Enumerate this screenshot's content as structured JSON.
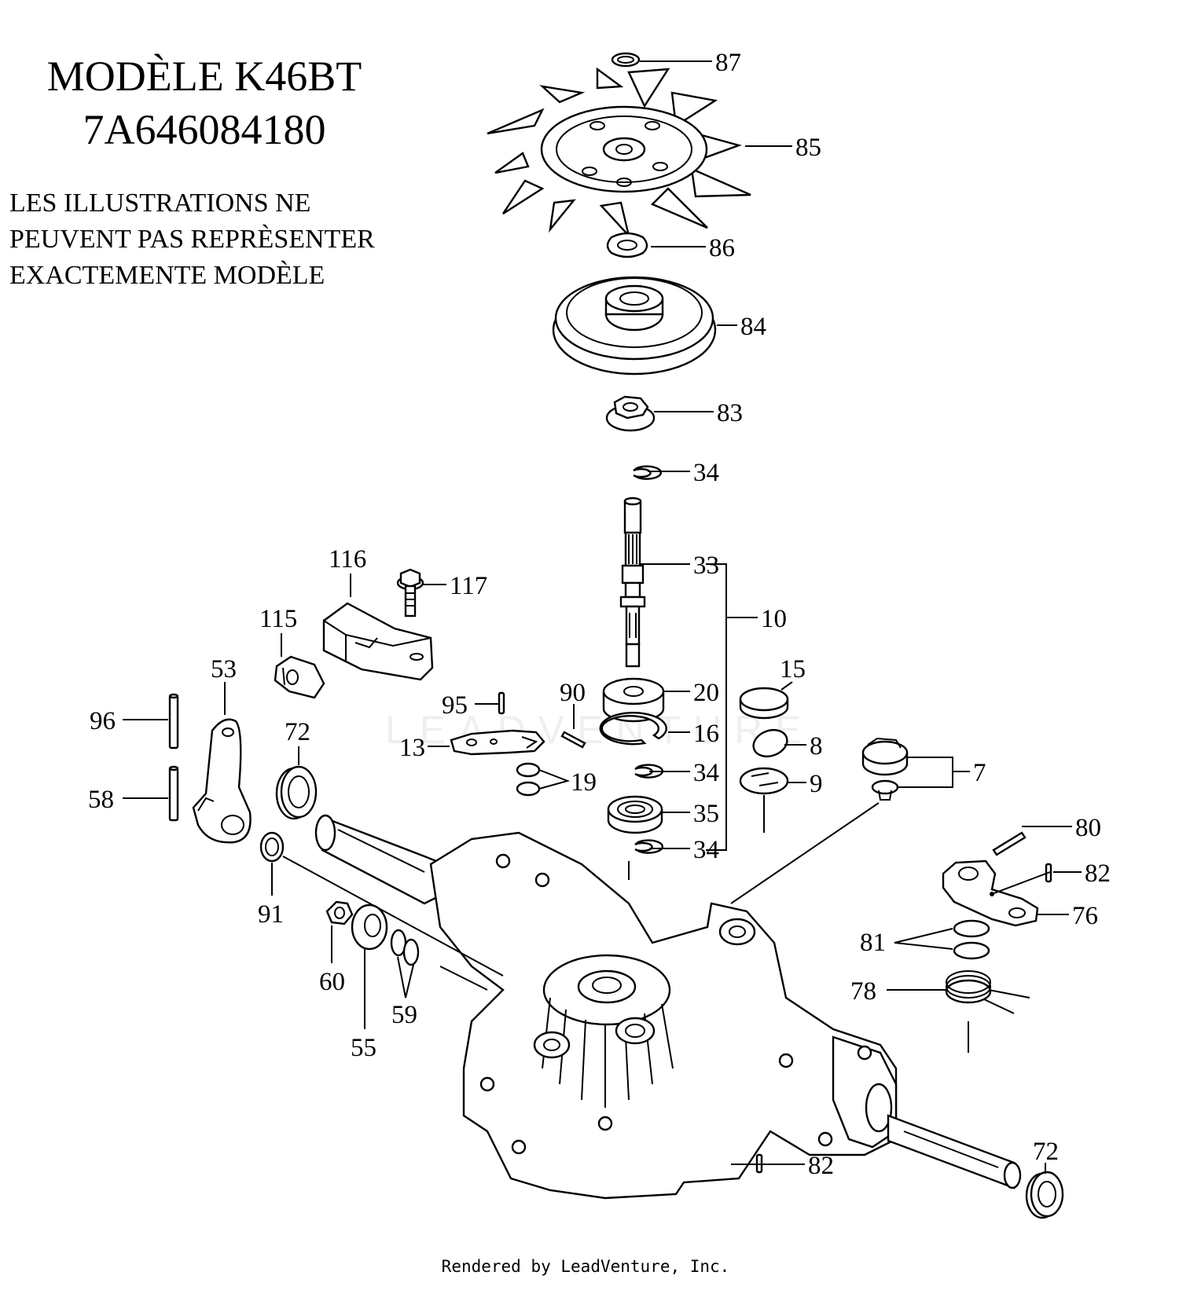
{
  "header": {
    "model_line": "MODÈLE K46BT",
    "part_number": "7A646084180",
    "disclaimer_lines": [
      "LES ILLUSTRATIONS NE",
      "PEUVENT PAS REPRÈSENTER",
      "EXACTEMENTE MODÈLE"
    ]
  },
  "footer": {
    "rendered_by": "Rendered by LeadVenture, Inc."
  },
  "watermark": {
    "brand": "LEADVENTURE"
  },
  "callouts": {
    "c87": "87",
    "c85": "85",
    "c86": "86",
    "c84": "84",
    "c83": "83",
    "c34a": "34",
    "c33": "33",
    "c10": "10",
    "c116": "116",
    "c117": "117",
    "c115": "115",
    "c53": "53",
    "c96": "96",
    "c58": "58",
    "c72a": "72",
    "c95": "95",
    "c90": "90",
    "c13": "13",
    "c20": "20",
    "c16": "16",
    "c34b": "34",
    "c19": "19",
    "c35": "35",
    "c34c": "34",
    "c15": "15",
    "c8": "8",
    "c9": "9",
    "c7": "7",
    "c80": "80",
    "c82a": "82",
    "c76": "76",
    "c81": "81",
    "c78": "78",
    "c91": "91",
    "c60": "60",
    "c55": "55",
    "c59": "59",
    "c82b": "82",
    "c72b": "72"
  }
}
